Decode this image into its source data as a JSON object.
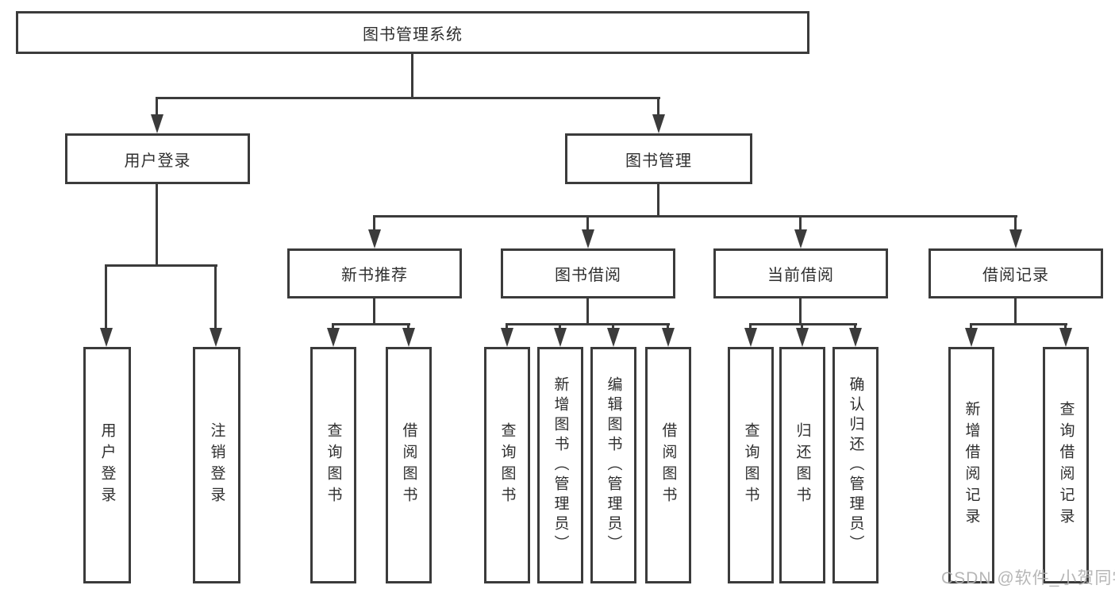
{
  "diagram": {
    "title": "图书管理系统",
    "branches": [
      {
        "label": "用户登录",
        "children": [
          "用户登录",
          "注销登录"
        ]
      },
      {
        "label": "图书管理",
        "children": [
          {
            "label": "新书推荐",
            "children": [
              "查询图书",
              "借阅图书"
            ]
          },
          {
            "label": "图书借阅",
            "children": [
              "查询图书",
              "新增图书（管理员）",
              "编辑图书（管理员）",
              "借阅图书"
            ]
          },
          {
            "label": "当前借阅",
            "children": [
              "查询图书",
              "归还图书",
              "确认归还（管理员）"
            ]
          },
          {
            "label": "借阅记录",
            "children": [
              "新增借阅记录",
              "查询借阅记录"
            ]
          }
        ]
      }
    ]
  },
  "watermark": {
    "text": "CSDN @软件_小贺同学"
  },
  "colors": {
    "line": "#3b3b3b",
    "text": "#2f2f2f",
    "background": "#ffffff",
    "watermark": "#b0b0b0"
  }
}
